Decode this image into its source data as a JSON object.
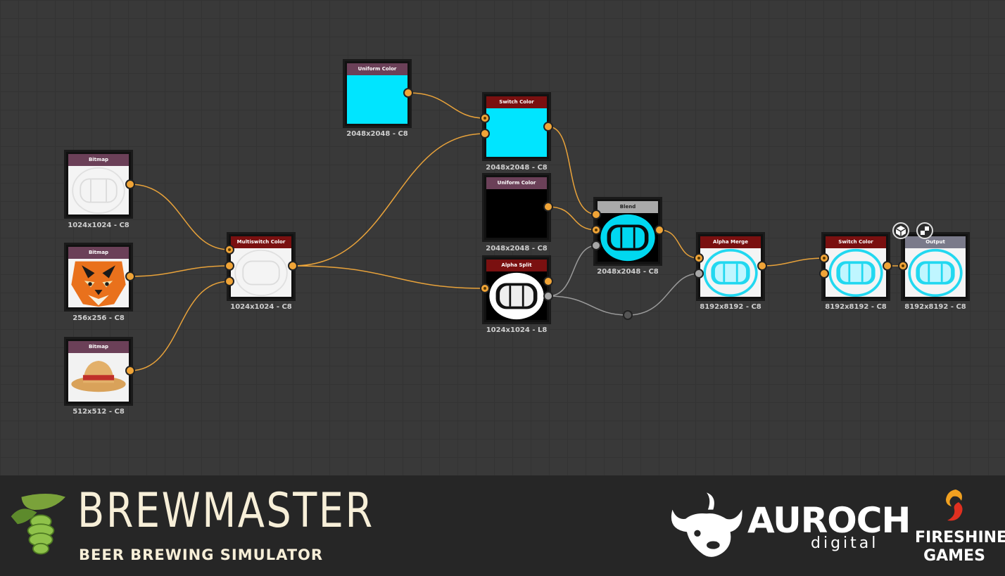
{
  "nodes": {
    "bitmap1": {
      "title": "Bitmap",
      "caption": "1024x1024 - C8",
      "header_color": "#6b4058"
    },
    "bitmap2": {
      "title": "Bitmap",
      "caption": "256x256 - C8",
      "header_color": "#6b4058"
    },
    "bitmap3": {
      "title": "Bitmap",
      "caption": "512x512 - C8",
      "header_color": "#6b4058"
    },
    "multiswitch": {
      "title": "Multiswitch Color",
      "caption": "1024x1024 - C8",
      "header_color": "#7a1010"
    },
    "uniform1": {
      "title": "Uniform Color",
      "caption": "2048x2048 - C8",
      "header_color": "#6b4058"
    },
    "switch1": {
      "title": "Switch Color",
      "caption": "2048x2048 - C8",
      "header_color": "#7a1010"
    },
    "uniform2": {
      "title": "Uniform Color",
      "caption": "2048x2048 - C8",
      "header_color": "#6b4058"
    },
    "alphasplit": {
      "title": "Alpha Split",
      "caption": "1024x1024 - L8",
      "header_color": "#7a1010"
    },
    "blend": {
      "title": "Blend",
      "caption": "2048x2048 - C8",
      "header_color": "#a9a9a9"
    },
    "alphamerge": {
      "title": "Alpha Merge",
      "caption": "8192x8192 - C8",
      "header_color": "#7a1010"
    },
    "switch2": {
      "title": "Switch Color",
      "caption": "8192x8192 - C8",
      "header_color": "#7a1010"
    },
    "output": {
      "title": "Output",
      "caption": "8192x8192 - C8",
      "header_color": "#7a7a8a"
    }
  },
  "colors": {
    "cyan": "#00e5ff",
    "wire_orange": "#e8a23a",
    "wire_grey": "#9a9a9a",
    "port_orange": "#f0a437"
  },
  "icons": {
    "cube": "cube-icon",
    "checker": "checker-icon"
  },
  "banner": {
    "title": "BREWMASTER",
    "subtitle": "BEER BREWING SIMULATOR",
    "auroch_word": "AUROCH",
    "auroch_sub": "digital",
    "fireshine_line1": "FIRESHINE",
    "fireshine_line2": "GAMES"
  }
}
